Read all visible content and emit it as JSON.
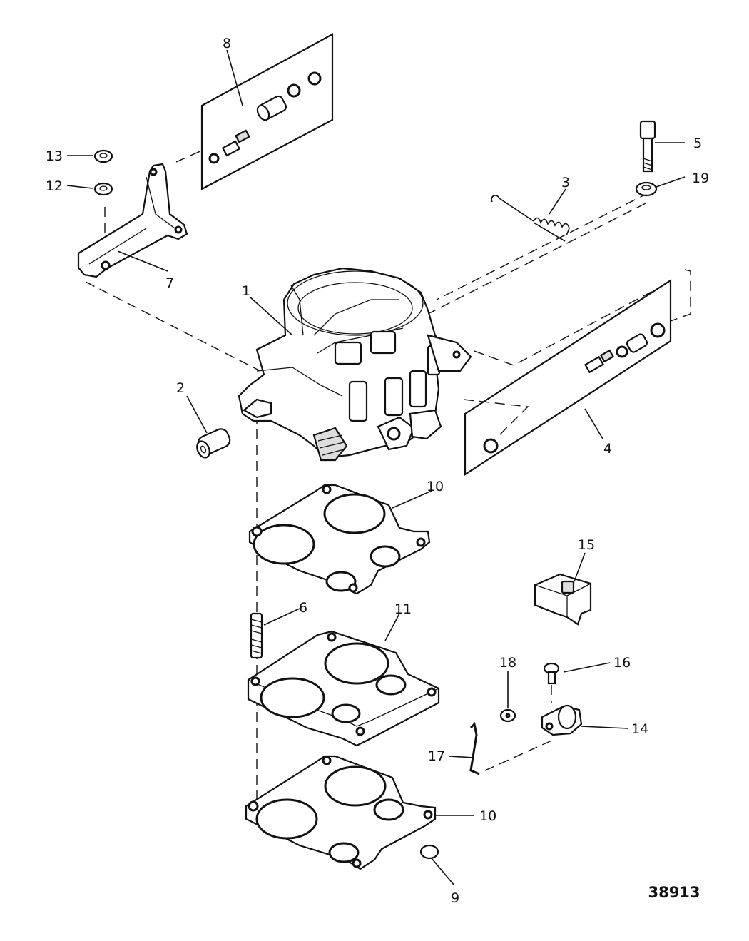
{
  "callouts": [
    {
      "id": "c1",
      "text": "1"
    },
    {
      "id": "c2",
      "text": "2"
    },
    {
      "id": "c3",
      "text": "3"
    },
    {
      "id": "c4",
      "text": "4"
    },
    {
      "id": "c5",
      "text": "5"
    },
    {
      "id": "c6",
      "text": "6"
    },
    {
      "id": "c7",
      "text": "7"
    },
    {
      "id": "c8",
      "text": "8"
    },
    {
      "id": "c9",
      "text": "9"
    },
    {
      "id": "c10a",
      "text": "10"
    },
    {
      "id": "c10b",
      "text": "10"
    },
    {
      "id": "c11",
      "text": "11"
    },
    {
      "id": "c12",
      "text": "12"
    },
    {
      "id": "c13",
      "text": "13"
    },
    {
      "id": "c14",
      "text": "14"
    },
    {
      "id": "c15",
      "text": "15"
    },
    {
      "id": "c16",
      "text": "16"
    },
    {
      "id": "c17",
      "text": "17"
    },
    {
      "id": "c18",
      "text": "18"
    },
    {
      "id": "c19",
      "text": "19"
    }
  ],
  "reference_number": "38913"
}
